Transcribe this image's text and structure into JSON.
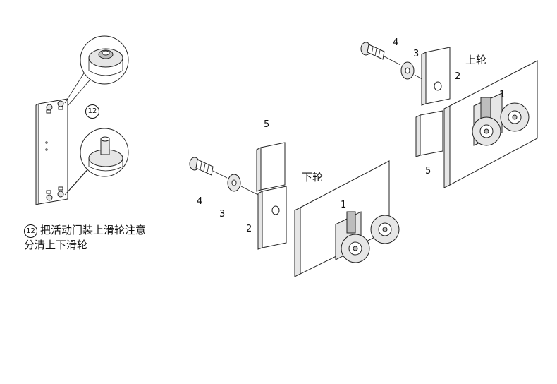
{
  "diagram": {
    "upper_wheel_title": "上轮",
    "lower_wheel_title": "下轮",
    "part_numbers": {
      "upper": {
        "one": "1",
        "two": "2",
        "three": "3",
        "four": "4",
        "five": "5"
      },
      "lower": {
        "one": "1",
        "two": "2",
        "three": "3",
        "four": "4",
        "five": "5"
      }
    },
    "step": {
      "number": "12",
      "text": "把活动门装上滑轮注意分清上下滑轮"
    }
  }
}
